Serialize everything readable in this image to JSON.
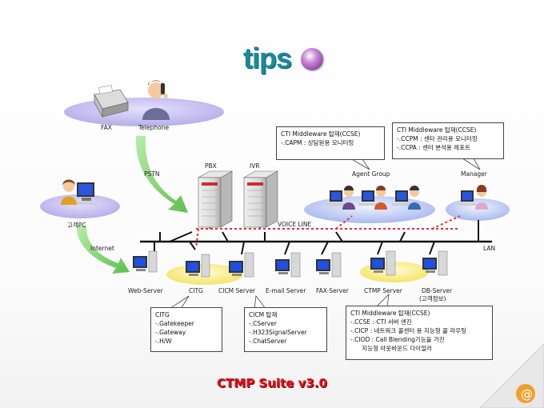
{
  "header": {
    "logo_text": "tips"
  },
  "nodes": {
    "fax": "FAX",
    "telephone": "Telephone",
    "pstn": "PSTN",
    "customer_pc": "고객PC",
    "internet": "Internet",
    "pbx": "PBX",
    "ivr": "IVR",
    "agent_group": "Agent Group",
    "manager": "Manager",
    "voice_line": "VOICE LINE",
    "lan": "LAN",
    "web_server": "Web-Server",
    "citg": "CITG",
    "cicm_server": "CICM Server",
    "email_server": "E-mail Server",
    "fax_server": "FAX-Server",
    "ctmp_server": "CTMP Server",
    "db_server_line1": "DB-Server",
    "db_server_line2": "(고객정보)"
  },
  "callouts": {
    "agent": {
      "lines": [
        "CTI Middleware 탑재(CCSE)",
        "-.CAPM : 상담원용 모니터링"
      ]
    },
    "manager": {
      "lines": [
        "CTI Middleware 탑재(CCSE)",
        "-.CCPM : 센타 관리용 모니터링",
        "-.CCPA : 센터 분석용 레포트"
      ]
    },
    "citg": {
      "lines": [
        "CITG",
        "-.Gatekeeper",
        "-.Gateway",
        "-.H/W"
      ]
    },
    "cicm": {
      "lines": [
        "CICM 탑재",
        "-.CServer",
        "-.H323SignalServer",
        "-.ChatServer"
      ]
    },
    "ctmp": {
      "lines": [
        "CTI Middleware 탑재(CCSE)",
        "-.CCSE : CTI 서버 엔진",
        "-.CICP : 네트워크 콜센터 용 지능형 콜 라우팅",
        "-.CIOD : Call Blending기능을 가진",
        "      지능형 아웃바운드 다이얼러"
      ]
    }
  },
  "footer": {
    "title": "CTMP Suite v3.0"
  },
  "colors": {
    "title_red": "#e0101a",
    "logo_teal": "#1a8a9a",
    "arrow_green": "#7ccf6a",
    "voice_red": "#e03030",
    "ellipse_lavender": "#c6c0ef",
    "ellipse_yellow": "#fbf3a0"
  }
}
